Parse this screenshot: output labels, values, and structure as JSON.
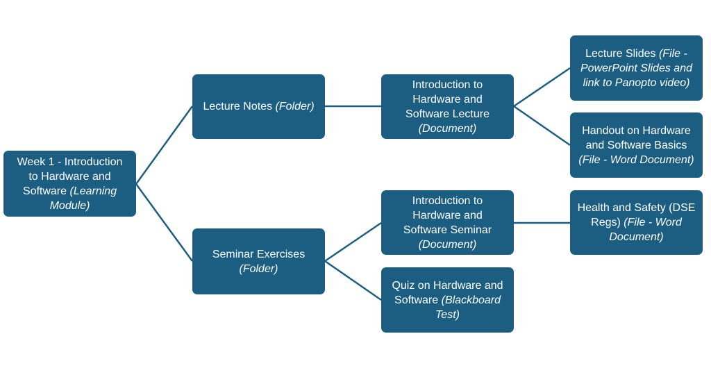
{
  "colors": {
    "node_fill": "#1b5e82",
    "node_text": "#ffffff",
    "connector": "#1b5e82"
  },
  "nodes": {
    "week1": {
      "lines": [
        "Week  1 - Introduction",
        "to Hardware and",
        "Software "
      ],
      "type": "(Learning Module)"
    },
    "lecture_notes": {
      "title": "Lecture Notes ",
      "type": "(Folder)"
    },
    "seminar_exercises": {
      "title": "Seminar Exercises",
      "type": "(Folder)"
    },
    "intro_lecture": {
      "lines": [
        "Introduction to",
        "Hardware and",
        "Software Lecture"
      ],
      "type": "(Document)"
    },
    "intro_seminar": {
      "lines": [
        "Introduction to",
        "Hardware and",
        "Software Seminar"
      ],
      "type": "(Document)"
    },
    "quiz": {
      "lines": [
        "Quiz on Hardware and",
        "Software "
      ],
      "type": "(Blackboard Test)"
    },
    "lecture_slides": {
      "title": "Lecture Slides ",
      "type": "(File - PowerPoint Slides and link to Panopto video)"
    },
    "handout": {
      "lines": [
        "Handout on Hardware",
        "and Software Basics"
      ],
      "type": "(File - Word Document)"
    },
    "health_safety": {
      "lines": [
        "Health and Safety (DSE",
        "Regs) "
      ],
      "type": "(File - Word Document)"
    }
  }
}
